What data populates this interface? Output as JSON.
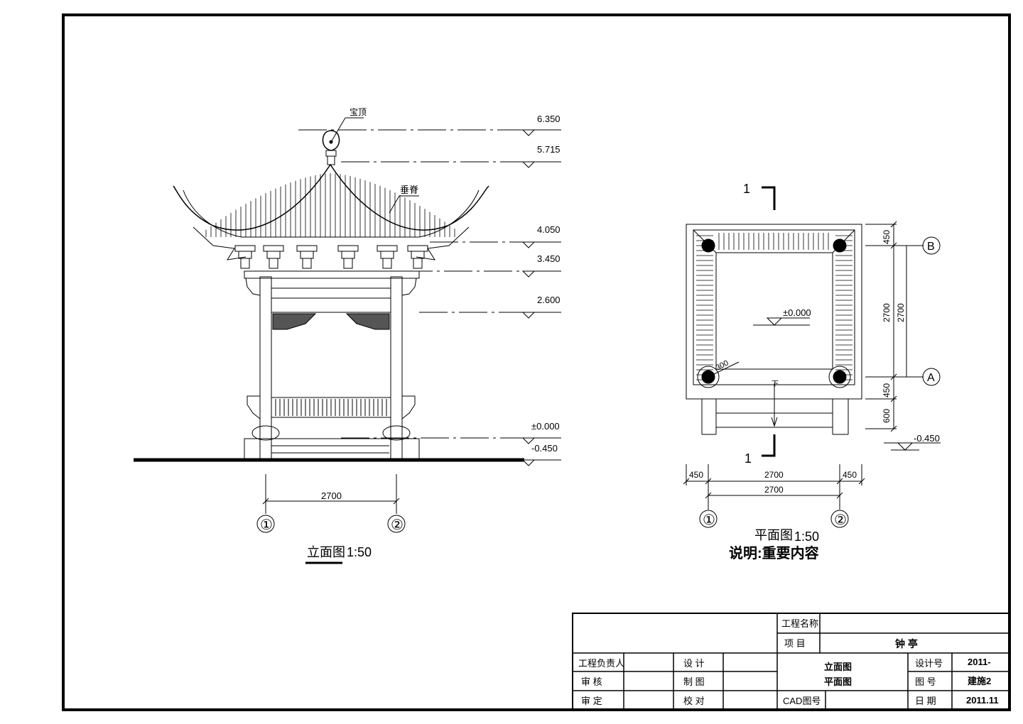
{
  "elevation": {
    "title": "立面图",
    "scale": "1:50",
    "label_baoding": "宝顶",
    "label_chuiji": "垂脊",
    "levels": [
      "6.350",
      "5.715",
      "4.050",
      "3.450",
      "2.600",
      "±0.000",
      "-0.450"
    ],
    "span": "2700",
    "axis_left": "①",
    "axis_right": "②"
  },
  "plan": {
    "title": "平面图",
    "scale": "1:50",
    "note": "说明:重要内容",
    "section_mark": "1",
    "floor_level": "±0.000",
    "outside_level": "-0.450",
    "column_dia": "300",
    "down_label": "下",
    "dims_right": [
      "450",
      "2700",
      "2700",
      "450",
      "600"
    ],
    "dims_bottom_top": [
      "450",
      "2700",
      "450"
    ],
    "dims_bottom_total": "2700",
    "axis_top": "B",
    "axis_bottom": "A",
    "axis_left": "①",
    "axis_right": "②"
  },
  "title_block": {
    "project_name_label": "工程名称",
    "project_name_value": "",
    "item_label": "项  目",
    "item_value": "钟 亭",
    "chief_label": "工程负责人",
    "review_label": "审  核",
    "approve_label": "审  定",
    "design_label": "设  计",
    "draw_label": "制  图",
    "check_label": "校  对",
    "drawing_title_1": "立面图",
    "drawing_title_2": "平面图",
    "cad_label": "CAD图号",
    "design_no_label": "设计号",
    "design_no_value": "2011-",
    "drawing_no_label": "图  号",
    "drawing_no_value": "建施2",
    "date_label": "日  期",
    "date_value": "2011.11"
  }
}
